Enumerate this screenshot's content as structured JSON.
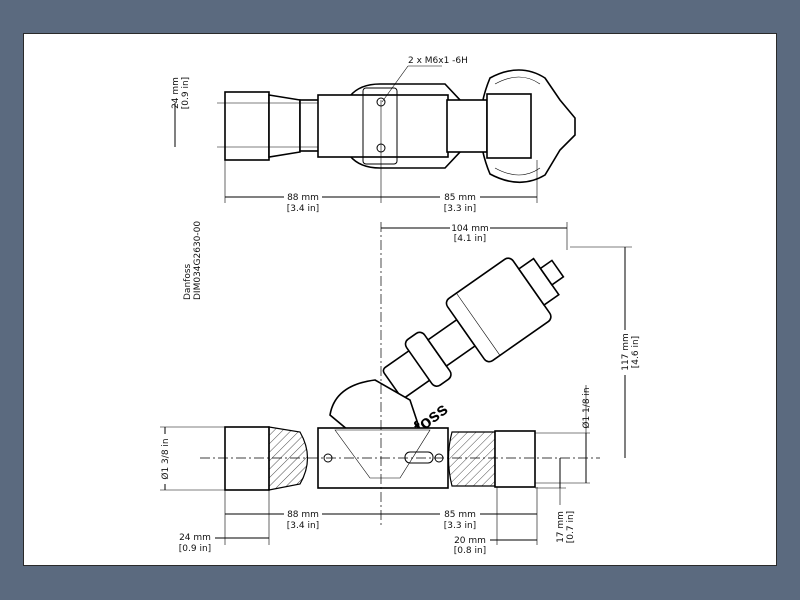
{
  "drawing": {
    "brand": "Danfoss",
    "drawing_id": "DIM034G2630-00",
    "body_logo": "Danfoss"
  },
  "top_view": {
    "thread_note": "2 x M6x1 -6H",
    "height_mm": "24 mm",
    "height_in": "[0.9 in]",
    "left_len_mm": "88 mm",
    "left_len_in": "[3.4 in]",
    "right_len_mm": "85 mm",
    "right_len_in": "[3.3 in]"
  },
  "front_view": {
    "width_mm": "104 mm",
    "width_in": "[4.1 in]",
    "height_mm": "117 mm",
    "height_in": "[4.6 in]",
    "left_dia": "Ø1 3/8 in",
    "right_dia": "Ø1 1/8 in",
    "left_len_mm": "88 mm",
    "left_len_in": "[3.4 in]",
    "right_len_mm": "85 mm",
    "right_len_in": "[3.3 in]",
    "left_socket_mm": "24 mm",
    "left_socket_in": "[0.9 in]",
    "right_socket_mm": "20 mm",
    "right_socket_in": "[0.8 in]",
    "offset_mm": "17 mm",
    "offset_in": "[0.7 in]"
  }
}
